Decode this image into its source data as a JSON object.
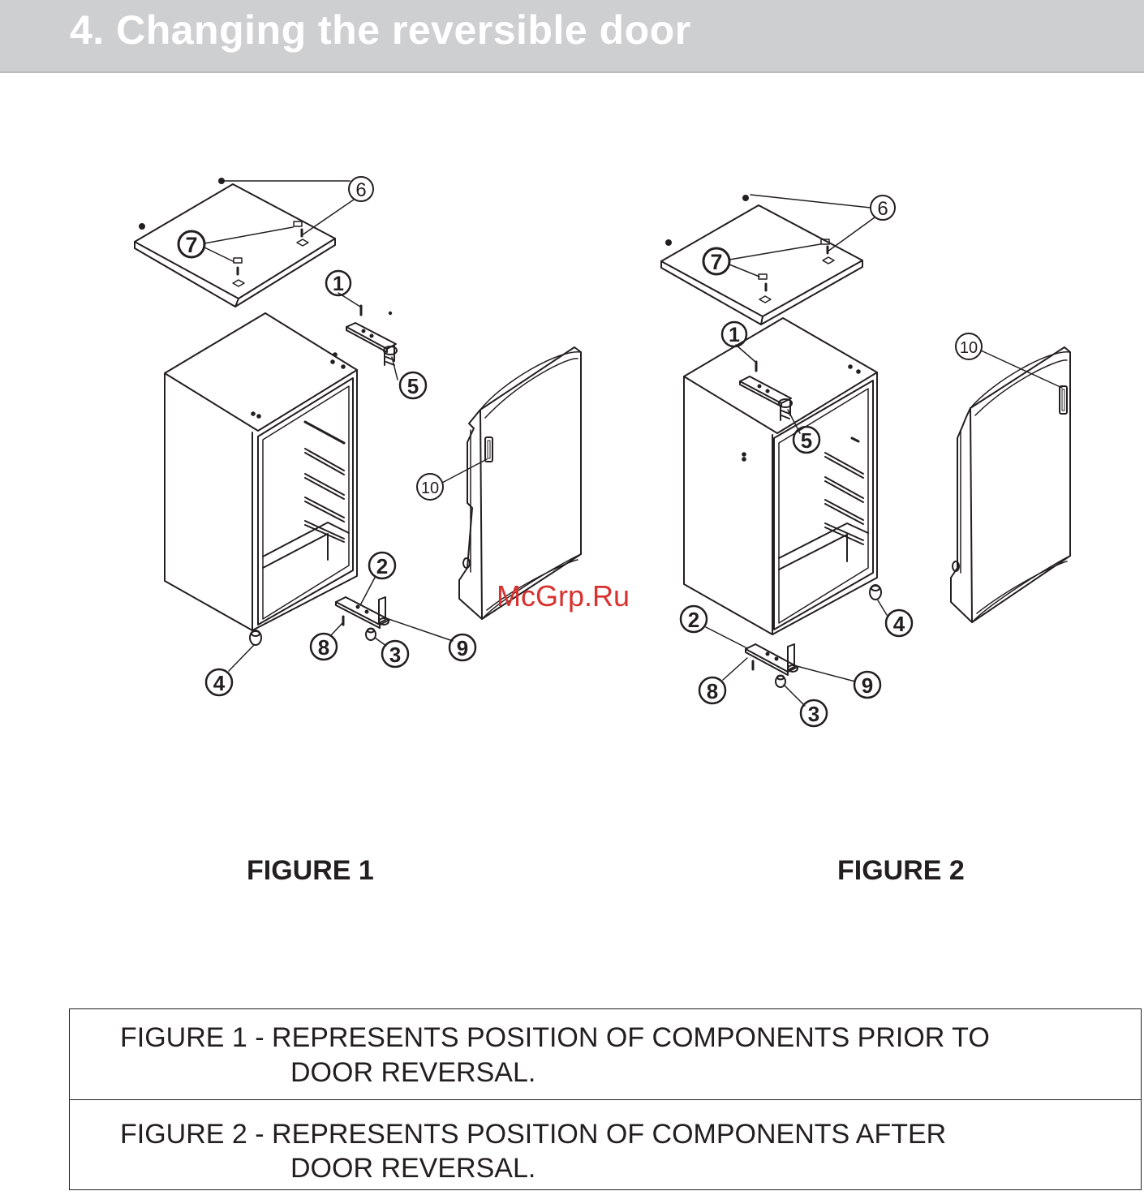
{
  "header": {
    "title": "4. Changing the reversible door"
  },
  "figures": [
    {
      "caption": "FIGURE 1",
      "callouts": {
        "c1": "1",
        "c2": "2",
        "c3": "3",
        "c4": "4",
        "c5": "5",
        "c6": "6",
        "c7": "7",
        "c8": "8",
        "c9": "9",
        "c10": "10"
      }
    },
    {
      "caption": "FIGURE 2",
      "callouts": {
        "c1": "1",
        "c2": "2",
        "c3": "3",
        "c4": "4",
        "c5": "5",
        "c6": "6",
        "c7": "7",
        "c8": "8",
        "c9": "9",
        "c10": "10"
      }
    }
  ],
  "notes": [
    {
      "line1": "FIGURE 1 - REPRESENTS POSITION OF COMPONENTS PRIOR TO",
      "line2": "DOOR REVERSAL."
    },
    {
      "line1": "FIGURE 2 - REPRESENTS POSITION OF COMPONENTS AFTER",
      "line2": "DOOR REVERSAL."
    }
  ],
  "watermark": "McGrp.Ru"
}
